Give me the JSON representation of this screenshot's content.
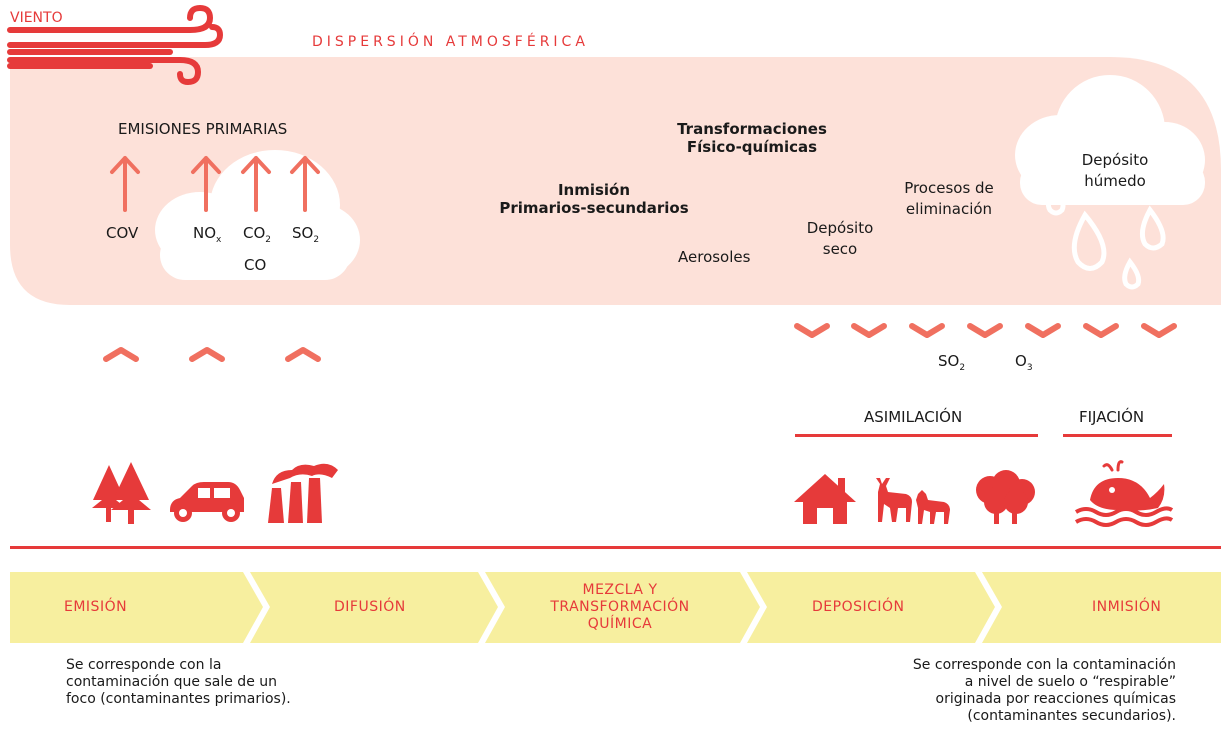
{
  "header": {
    "wind_label": "VIENTO",
    "title": "DISPERSIÓN ATMOSFÉRICA"
  },
  "atmosphere": {
    "emissions_title": "EMISIONES PRIMARIAS",
    "pollutants": {
      "cov": "COV",
      "nox_base": "NO",
      "nox_sub": "x",
      "co2_base": "CO",
      "co2_sub": "2",
      "so2_base": "SO",
      "so2_sub": "2",
      "co": "CO"
    },
    "transformations_line1": "Transformaciones",
    "transformations_line2": "Físico-químicas",
    "inmision_line1": "Inmisión",
    "inmision_line2": "Primarios-secundarios",
    "aerosoles": "Aerosoles",
    "deposito_seco_line1": "Depósito",
    "deposito_seco_line2": "seco",
    "procesos_line1": "Procesos de",
    "procesos_line2": "eliminación",
    "deposito_humedo_line1": "Depósito",
    "deposito_humedo_line2": "húmedo"
  },
  "ground": {
    "so2_base": "SO",
    "so2_sub": "2",
    "o3_base": "O",
    "o3_sub": "3",
    "asimilacion": "ASIMILACIÓN",
    "fijacion": "FIJACIÓN"
  },
  "stages": [
    {
      "label": "EMISIÓN"
    },
    {
      "label": "DIFUSIÓN"
    },
    {
      "line1": "MEZCLA Y",
      "line2": "TRANSFORMACIÓN",
      "line3": "QUÍMICA"
    },
    {
      "label": "DEPOSICIÓN"
    },
    {
      "label": "INMISIÓN"
    }
  ],
  "notes": {
    "left_line1": "Se corresponde con la",
    "left_line2": "contaminación que sale de un",
    "left_line3": "foco (contaminantes primarios).",
    "right_line1": "Se corresponde con la contaminación",
    "right_line2": "a nivel de suelo o “respirable”",
    "right_line3": "originada por reacciones químicas",
    "right_line4": "(contaminantes secundarios)."
  },
  "colors": {
    "accent": "#e63a3a",
    "salmon_band": "#fde1d9",
    "arrow": "#f07060",
    "stage_band": "#f7ef9f"
  },
  "icons": [
    "wind-icon",
    "cloud-icon",
    "raindrop-icon",
    "tree-icon",
    "car-icon",
    "factory-icon",
    "house-icon",
    "deer-icon",
    "tree-cluster-icon",
    "whale-icon"
  ]
}
